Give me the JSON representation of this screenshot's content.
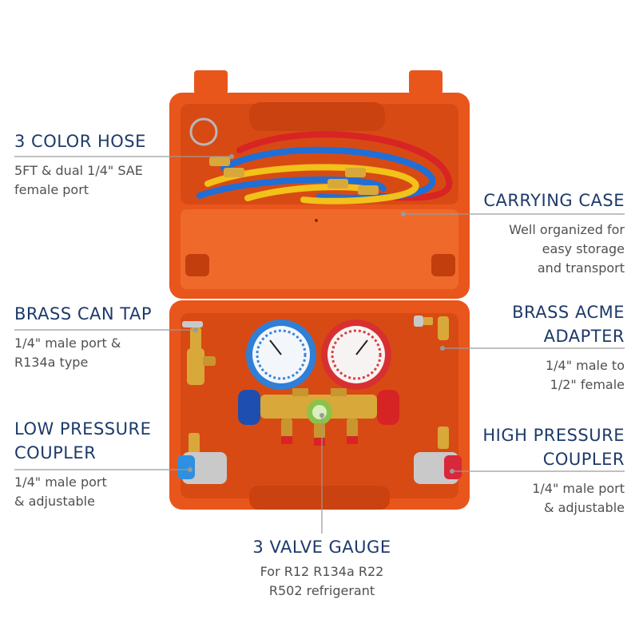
{
  "callouts": {
    "color_hose": {
      "title": "3 COLOR HOSE",
      "desc": "5FT & dual 1/4\" SAE\nfemale port"
    },
    "carrying_case": {
      "title": "CARRYING CASE",
      "desc": "Well organized for\neasy storage\nand transport"
    },
    "brass_can_tap": {
      "title": "BRASS CAN TAP",
      "desc": "1/4\" male port &\nR134a type"
    },
    "brass_acme_adapter": {
      "title": "BRASS ACME\nADAPTER",
      "desc": "1/4\" male to\n1/2\" female"
    },
    "low_pressure_coupler": {
      "title": "LOW PRESSURE\nCOUPLER",
      "desc": "1/4\" male port\n& adjustable"
    },
    "high_pressure_coupler": {
      "title": "HIGH PRESSURE\nCOUPLER",
      "desc": "1/4\" male port\n& adjustable"
    },
    "valve_gauge": {
      "title": "3 VALVE GAUGE",
      "desc": "For R12 R134a R22\nR502 refrigerant"
    }
  },
  "colors": {
    "case": "#e8561c",
    "title_text": "#1d3a6a",
    "leader_line": "#9a9a9a",
    "hose_blue": "#1f6fd6",
    "hose_red": "#d82424",
    "hose_yellow": "#f2c21a",
    "brass": "#d9a83a"
  }
}
